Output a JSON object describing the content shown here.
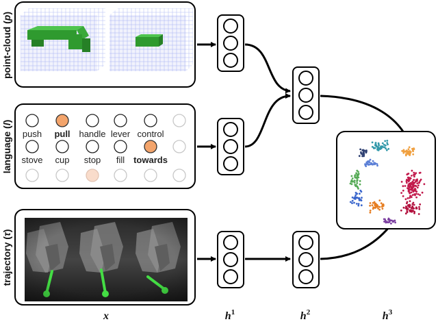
{
  "inputs": {
    "point_cloud_label": "point-cloud",
    "point_cloud_symbol": "p",
    "language_label": "language",
    "language_symbol": "l",
    "trajectory_label": "trajectory",
    "trajectory_symbol": "τ"
  },
  "language_words": {
    "row1": [
      "push",
      "pull",
      "handle",
      "lever",
      "control",
      ""
    ],
    "row2": [
      "stove",
      "cup",
      "stop",
      "fill",
      "towards",
      ""
    ],
    "row3": [
      "",
      "",
      "",
      "",
      "",
      ""
    ],
    "highlighted": [
      "pull",
      "towards"
    ]
  },
  "layers": {
    "x": "x",
    "h": "h",
    "h1_sup": "1",
    "h2_sup": "2",
    "h3_sup": "3"
  },
  "colors": {
    "highlight_orange": "#f3a46b",
    "faded_orange": "#f9dccb",
    "arrow": "#000000",
    "voxel_green": "#2f9a2f",
    "voxel_blue": "#9aa6f0",
    "trajectory_green": "#44dd44"
  }
}
